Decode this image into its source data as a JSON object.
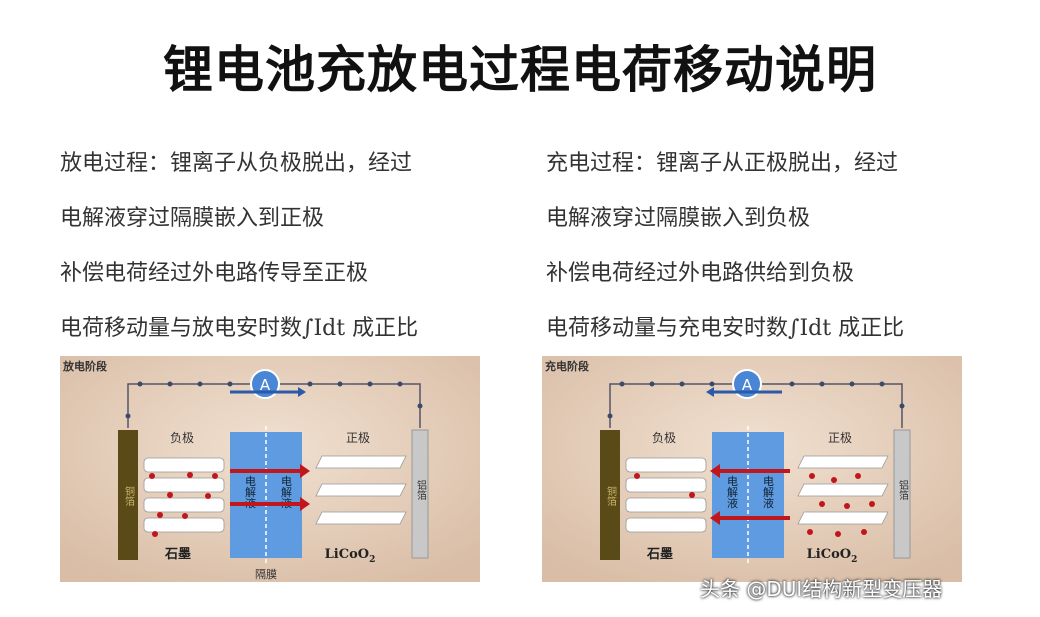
{
  "title": "锂电池充放电过程电荷移动说明",
  "left_text": [
    "放电过程：锂离子从负极脱出，经过",
    "电解液穿过隔膜嵌入到正极",
    "补偿电荷经过外电路传导至正极",
    "电荷移动量与放电安时数∫Idt 成正比"
  ],
  "right_text": [
    "充电过程：锂离子从正极脱出，经过",
    "电解液穿过隔膜嵌入到负极",
    "补偿电荷经过外电路供给到负极",
    "电荷移动量与充电安时数∫Idt 成正比"
  ],
  "discharge_panel": {
    "stage_label": "放电阶段",
    "ammeter": "A",
    "anode_label": "负极",
    "cathode_label": "正极",
    "electrolyte": "电解液",
    "separator": "隔膜",
    "graphite": "石墨",
    "licoo2": "LiCoO",
    "licoo2_sub": "2",
    "current_collector_left": "铜箔",
    "current_collector_right": "铝箔",
    "arrow_direction": "right"
  },
  "charge_panel": {
    "stage_label": "充电阶段",
    "ammeter": "A",
    "anode_label": "负极",
    "cathode_label": "正极",
    "electrolyte": "电解液",
    "graphite": "石墨",
    "licoo2": "LiCoO",
    "licoo2_sub": "2",
    "current_collector_left": "铜箔",
    "current_collector_right": "铝箔",
    "arrow_direction": "left"
  },
  "watermark": "头条 @DUI结构新型变压器",
  "colors": {
    "electrolyte": "#5f9be0",
    "arrow": "#c0161c",
    "ion": "#c0161c",
    "copper": "#5a4a18",
    "aluminum": "#c8c8c8",
    "panel_bg": "#e3cfbd"
  }
}
